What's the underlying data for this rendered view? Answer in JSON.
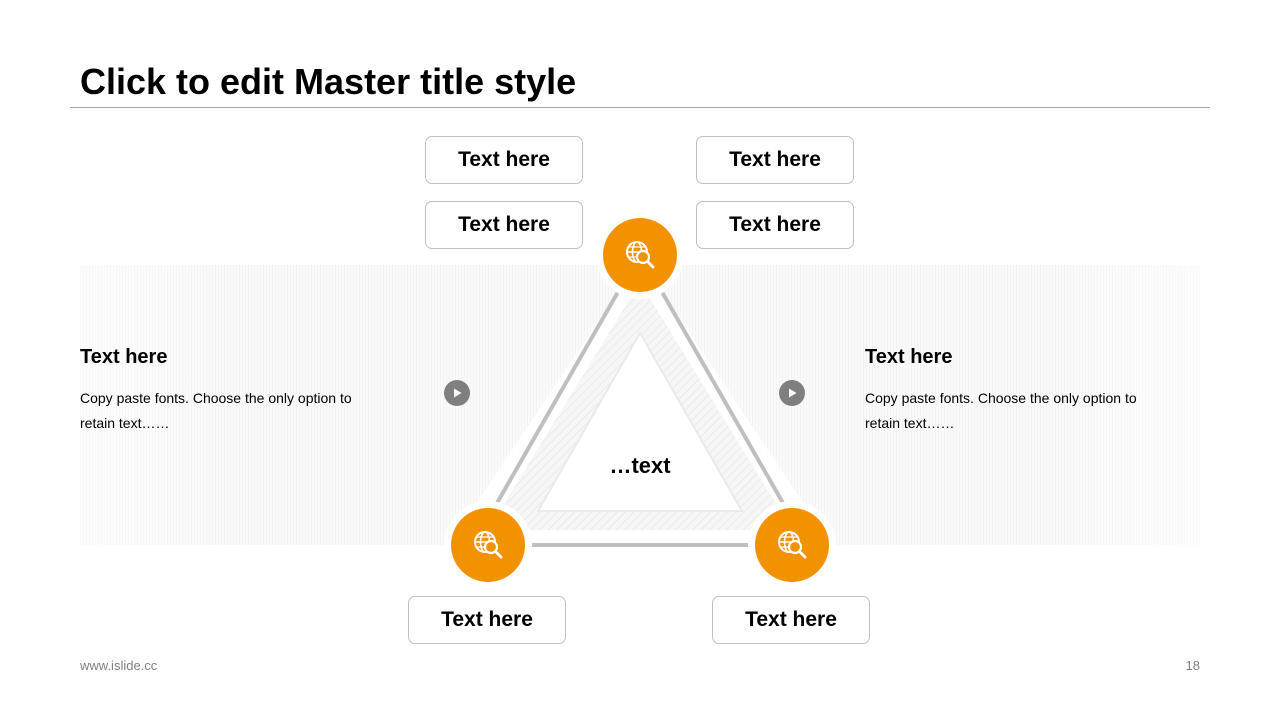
{
  "slide": {
    "title": "Click to edit Master title style",
    "footer_url": "www.islide.cc",
    "page_number": "18"
  },
  "diagram": {
    "center_text": "…text",
    "top_boxes": [
      "Text here",
      "Text here",
      "Text here",
      "Text here"
    ],
    "bottom_boxes": [
      "Text here",
      "Text here"
    ],
    "node_icon": "globe-search-icon",
    "accent_color": "#f39200",
    "line_color": "#bfbfbf"
  },
  "left_panel": {
    "title": "Text here",
    "body": "Copy paste fonts. Choose the only option to retain text……",
    "icon": "play-icon"
  },
  "right_panel": {
    "title": "Text here",
    "body": "Copy paste fonts. Choose the only option to retain text……",
    "icon": "play-icon"
  }
}
